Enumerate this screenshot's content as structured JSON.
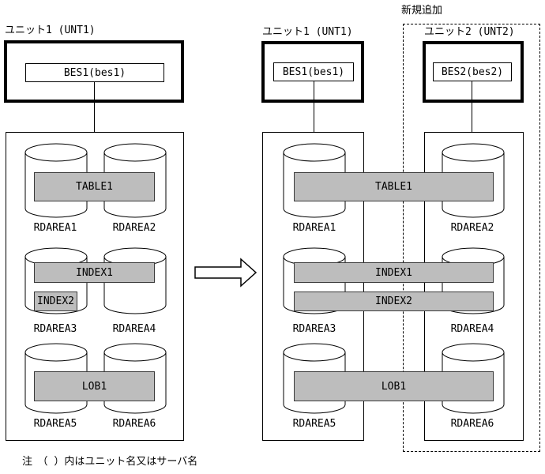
{
  "annotations": {
    "new_addition": "新規追加",
    "note": "注　（ ）内はユニット名又はサーバ名"
  },
  "colors": {
    "bar_fill": "#bdbdbd",
    "line": "#000000",
    "background": "#ffffff"
  },
  "before": {
    "unit": {
      "label": "ユニット1 (UNT1)",
      "server": "BES1(bes1)"
    },
    "bars": {
      "table": "TABLE1",
      "index1": "INDEX1",
      "index2": "INDEX2",
      "lob": "LOB1"
    },
    "rdareas": [
      "RDAREA1",
      "RDAREA2",
      "RDAREA3",
      "RDAREA4",
      "RDAREA5",
      "RDAREA6"
    ]
  },
  "after": {
    "unit1": {
      "label": "ユニット1 (UNT1)",
      "server": "BES1(bes1)",
      "rdareas": [
        "RDAREA1",
        "RDAREA3",
        "RDAREA5"
      ]
    },
    "unit2": {
      "label": "ユニット2 (UNT2)",
      "server": "BES2(bes2)",
      "rdareas": [
        "RDAREA2",
        "RDAREA4",
        "RDAREA6"
      ]
    },
    "bars": {
      "table": "TABLE1",
      "index1": "INDEX1",
      "index2": "INDEX2",
      "lob": "LOB1"
    }
  }
}
